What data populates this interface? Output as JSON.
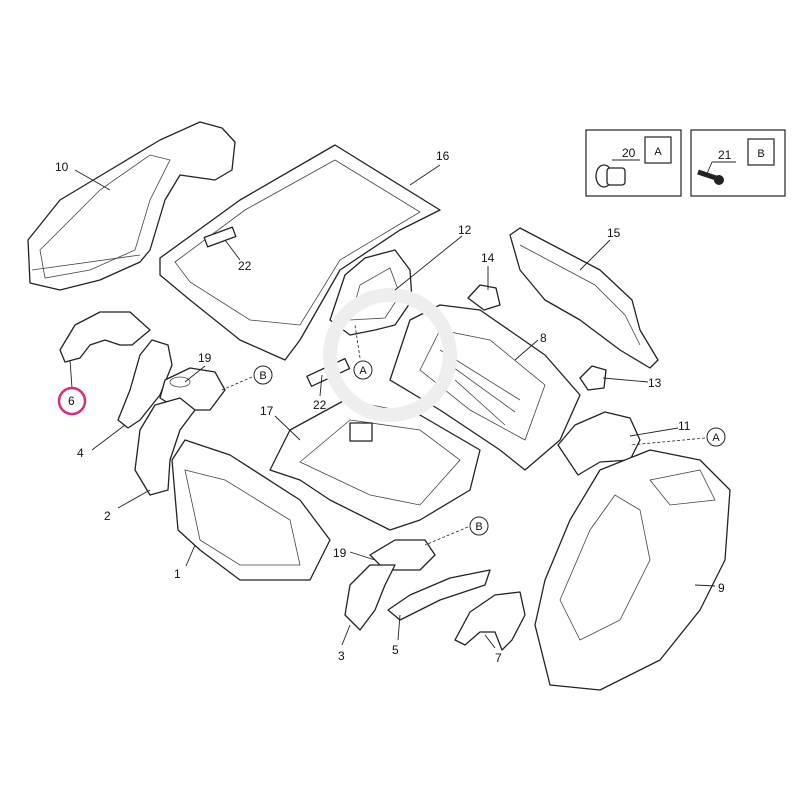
{
  "callouts": {
    "n10": "10",
    "n16": "16",
    "n12": "12",
    "n15": "15",
    "n14": "14",
    "n22a": "22",
    "n8": "8",
    "n19a": "19",
    "n13": "13",
    "n6": "6",
    "n22b": "22",
    "n17": "17",
    "n11": "11",
    "n4": "4",
    "n2": "2",
    "n19b": "19",
    "n1": "1",
    "n9": "9",
    "n3": "3",
    "n5": "5",
    "n7": "7",
    "n20": "20",
    "n21": "21"
  },
  "refs": {
    "a": "A",
    "b": "B"
  },
  "highlight_color": "#d6307a"
}
